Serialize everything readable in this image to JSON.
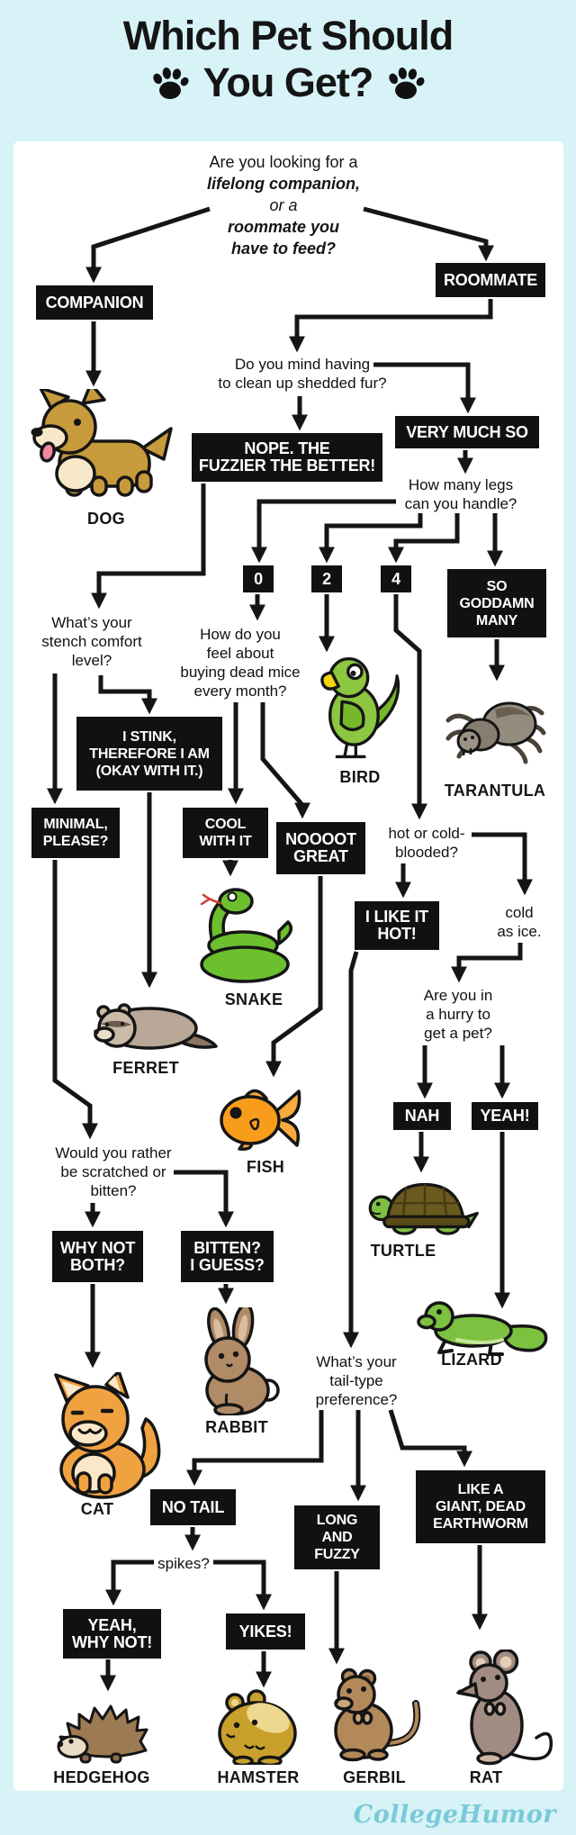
{
  "title": {
    "line1": "Which Pet Should",
    "line2": "You Get?"
  },
  "intro_question": {
    "line1": "Are you looking for a",
    "line2": "lifelong companion,",
    "line3": "or a",
    "line4": "roommate you",
    "line5": "have to feed?"
  },
  "questions": {
    "shedded_fur": "Do you mind having\nto clean up shedded fur?",
    "how_many_legs": "How many legs\ncan you handle?",
    "stench_comfort": "What’s your\nstench comfort\nlevel?",
    "dead_mice": "How do you\nfeel about\nbuying dead mice\nevery month?",
    "blooded": "hot or cold-\nblooded?",
    "cold_as_ice": "cold\nas ice.",
    "hurry": "Are you in\na hurry to\nget a pet?",
    "scratched_or_bitten": "Would you rather\nbe scratched or\nbitten?",
    "tail_type": "What’s your\ntail-type\npreference?",
    "spikes": "spikes?"
  },
  "answers": {
    "companion": "COMPANION",
    "roommate": "ROOMMATE",
    "nope_fuzzier": "NOPE. THE\nFUZZIER THE BETTER!",
    "very_much_so": "VERY MUCH SO",
    "zero": "0",
    "two": "2",
    "four": "4",
    "so_goddamn_many": "SO\nGODDAMN\nMANY",
    "i_stink": "I STINK,\nTHEREFORE I AM\n(OKAY WITH IT.)",
    "minimal_please": "MINIMAL,\nPLEASE?",
    "cool_with_it": "COOL\nWITH IT",
    "nooot_great": "NOOOOT\nGREAT",
    "i_like_it_hot": "I LIKE IT\nHOT!",
    "nah": "NAH",
    "yeah": "YEAH!",
    "why_not_both": "WHY NOT\nBOTH?",
    "bitten_i_guess": "BITTEN?\nI GUESS?",
    "no_tail": "NO TAIL",
    "long_and_fuzzy": "LONG\nAND\nFUZZY",
    "giant_dead_earthworm": "LIKE A\nGIANT, DEAD\nEARTHWORM",
    "yeah_why_not": "YEAH,\nWHY NOT!",
    "yikes": "YIKES!"
  },
  "pets": {
    "dog": "DOG",
    "bird": "BIRD",
    "tarantula": "TARANTULA",
    "snake": "SNAKE",
    "ferret": "FERRET",
    "fish": "FISH",
    "turtle": "TURTLE",
    "lizard": "LIZARD",
    "cat": "CAT",
    "rabbit": "RABBIT",
    "hedgehog": "HEDGEHOG",
    "hamster": "HAMSTER",
    "gerbil": "GERBIL",
    "rat": "RAT"
  },
  "footer": {
    "brand": "CollegeHumor"
  },
  "icons": {
    "paw": "paw-print"
  },
  "colors": {
    "background": "#d7f3f7",
    "panel": "#ffffff",
    "box_bg": "#111111",
    "box_text": "#ffffff",
    "line": "#151515",
    "brand": "#7ac9d8"
  }
}
